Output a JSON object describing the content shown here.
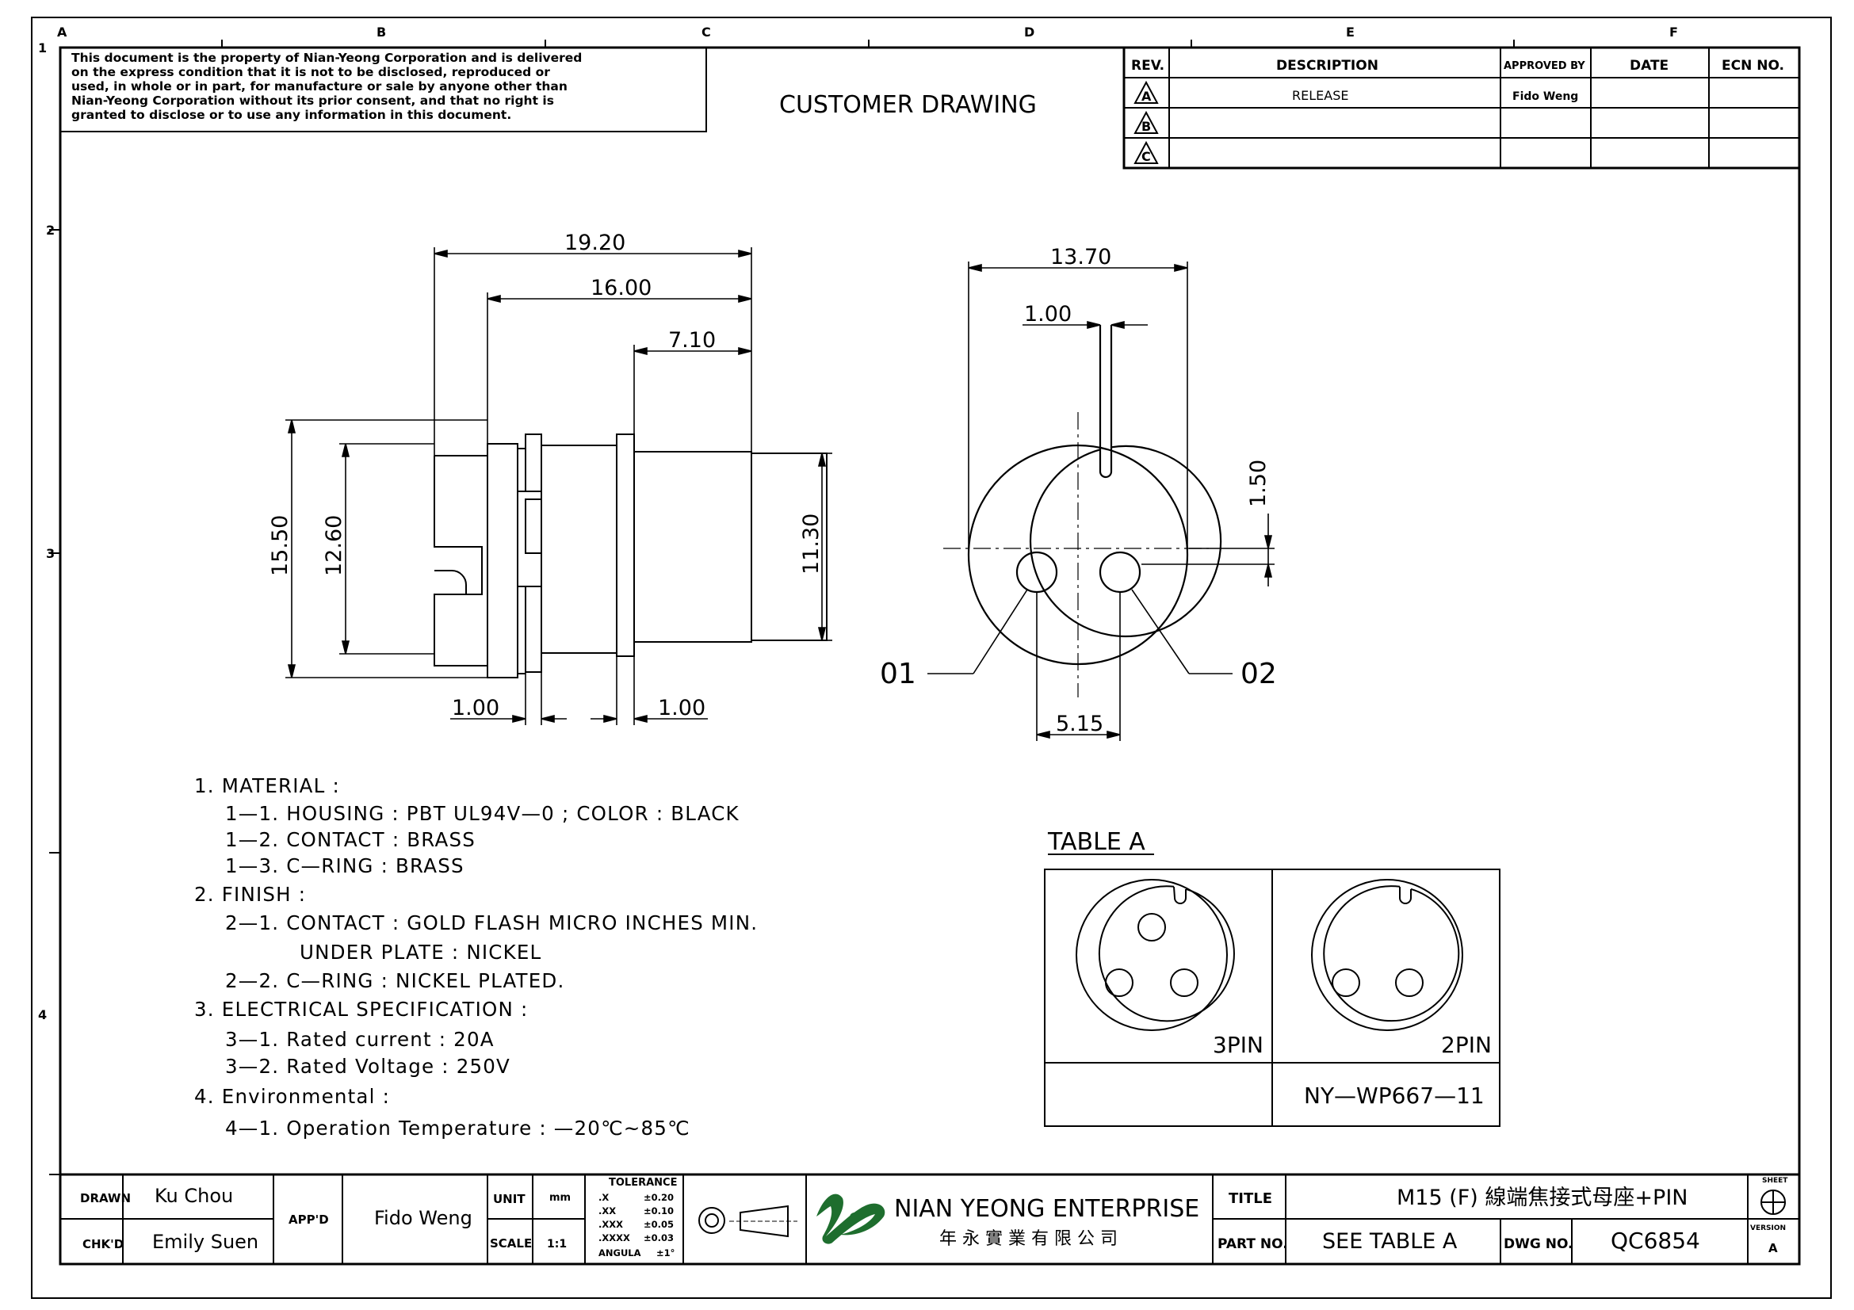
{
  "zones_top": [
    "A",
    "B",
    "C",
    "D",
    "E",
    "F"
  ],
  "zones_left": [
    "1",
    "2",
    "3",
    "4"
  ],
  "notice": [
    "This document is the property of Nian-Yeong Corporation and is delivered",
    "on  the  express condition that it is not to be disclosed, reproduced or",
    "used, in whole or in part, for manufacture or sale by anyone other than",
    "Nian-Yeong Corporation without  its prior consent, and that  no right  is",
    "granted to disclose or to use any information in this  document."
  ],
  "heading": "CUSTOMER  DRAWING",
  "revision_table": {
    "headers": [
      "REV.",
      "DESCRIPTION",
      "APPROVED BY",
      "DATE",
      "ECN NO."
    ],
    "rows": [
      {
        "rev": "A",
        "description": "RELEASE",
        "approved": "Fido Weng",
        "date": "",
        "ecn": ""
      },
      {
        "rev": "B",
        "description": "",
        "approved": "",
        "date": "",
        "ecn": ""
      },
      {
        "rev": "C",
        "description": "",
        "approved": "",
        "date": "",
        "ecn": ""
      }
    ]
  },
  "side_view_dims": {
    "d1": "19.20",
    "d2": "16.00",
    "d3": "7.10",
    "h1": "15.50",
    "h2": "12.60",
    "h3": "11.30",
    "t1": "1.00",
    "t2": "1.00"
  },
  "front_view_dims": {
    "dia": "13.70",
    "key_w": "1.00",
    "key_h": "1.50",
    "pitch": "5.15",
    "pin1": "01",
    "pin2": "02"
  },
  "notes": [
    "1.  MATERIAL  :",
    "1—1.  HOUSING  :  PBT  UL94V—0  ;  COLOR  :  BLACK",
    "1—2.  CONTACT  :  BRASS",
    "1—3.  C—RING  :  BRASS",
    "2.  FINISH  :",
    "2—1.  CONTACT  :  GOLD  FLASH  MICRO  INCHES  MIN.",
    "UNDER  PLATE  :  NICKEL",
    "2—2.  C—RING  :  NICKEL  PLATED.",
    "3.  ELECTRICAL  SPECIFICATION  :",
    "3—1.  Rated  current  :  20A",
    "3—2.  Rated  Voltage  :  250V",
    "4.  Environmental  :",
    "4—1.  Operation  Temperature  :  —20℃~85℃"
  ],
  "table_a": {
    "title": "TABLE  A",
    "col1_label": "3PIN",
    "col2_label": "2PIN",
    "col1_part": "",
    "col2_part": "NY—WP667—11"
  },
  "title_block": {
    "drawn_label": "DRAWN",
    "drawn_value": "Ku Chou",
    "chkd_label": "CHK'D",
    "chkd_value": "Emily Suen",
    "appd_label": "APP'D",
    "appd_value": "Fido Weng",
    "unit_label": "UNIT",
    "unit_value": "mm",
    "scale_label": "SCALE",
    "scale_value": "1:1",
    "tolerance_label": "TOLERANCE",
    "tolerances": [
      {
        "k": ".X",
        "v": "±0.20"
      },
      {
        "k": ".XX",
        "v": "±0.10"
      },
      {
        "k": ".XXX",
        "v": "±0.05"
      },
      {
        "k": ".XXXX",
        "v": "±0.03"
      },
      {
        "k": "ANGULA",
        "v": "±1°"
      }
    ],
    "company_en": "NIAN YEONG ENTERPRISE",
    "company_cn": "年 永 實 業 有 限 公 司",
    "title_label": "TITLE",
    "title_value": "M15  (F)  線端焦接式母座+PIN",
    "partno_label": "PART NO.",
    "partno_value": "SEE  TABLE  A",
    "dwgno_label": "DWG NO.",
    "dwgno_value": "QC6854",
    "sheet_label": "SHEET",
    "version_label": "VERSION",
    "version_value": "A"
  },
  "colors": {
    "line": "#000000",
    "background": "#ffffff",
    "logo": "#1e6e2e"
  }
}
